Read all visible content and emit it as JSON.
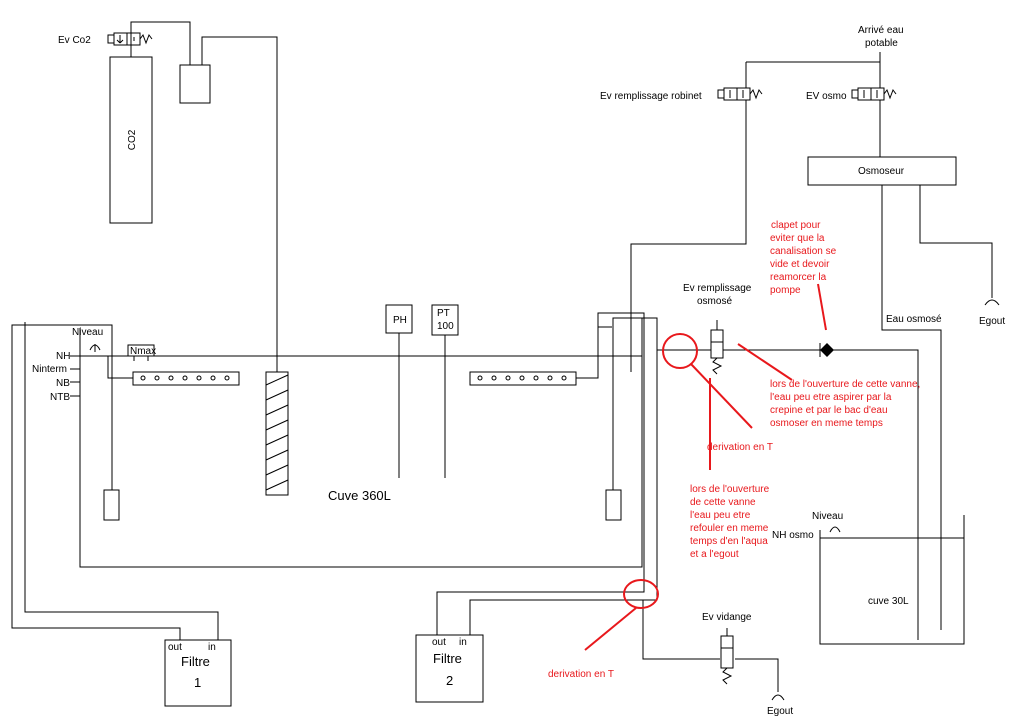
{
  "tank_main": "Cuve 360L",
  "tank_small": "cuve 30L",
  "co2": "CO2",
  "ev_co2": "Ev Co2",
  "arrive_eau": [
    "Arrivé eau",
    "potable"
  ],
  "ev_remplissage_robinet": "Ev remplissage robinet",
  "ev_osmo": "EV osmo",
  "osmoseur": "Osmoseur",
  "ev_remplissage_osmose": [
    "Ev remplissage",
    "osmosé"
  ],
  "eau_osmose": "Eau osmosé",
  "egout": "Egout",
  "ph": "PH",
  "pt100": [
    "PT",
    "100"
  ],
  "niveau": "Niveau",
  "nmax": "Nmax",
  "levels": [
    "NH",
    "Ninterm",
    "NB",
    "NTB"
  ],
  "nh_osmo": "NH osmo",
  "ev_vidange": "Ev vidange",
  "filtre1": [
    "Filtre",
    "1"
  ],
  "filtre2": [
    "Filtre",
    "2"
  ],
  "out": "out",
  "in": "in",
  "derivation": "derivation en T",
  "note_clapet": [
    "clapet pour",
    "eviter que la",
    "canalisation se",
    "vide et devoir",
    "reamorcer la",
    "pompe"
  ],
  "note_ouverture1": [
    "lors de l'ouverture de cette vanne,",
    "l'eau peu etre aspirer par la",
    "crepine et par le bac d'eau",
    "osmoser en meme temps"
  ],
  "note_ouverture2": [
    "lors de l'ouverture",
    "de cette vanne",
    "l'eau peu etre",
    "refouler en meme",
    "temps d'en l'aqua",
    "et a l'egout"
  ],
  "colors": {
    "line": "#000000",
    "annotation": "#e8181c"
  }
}
